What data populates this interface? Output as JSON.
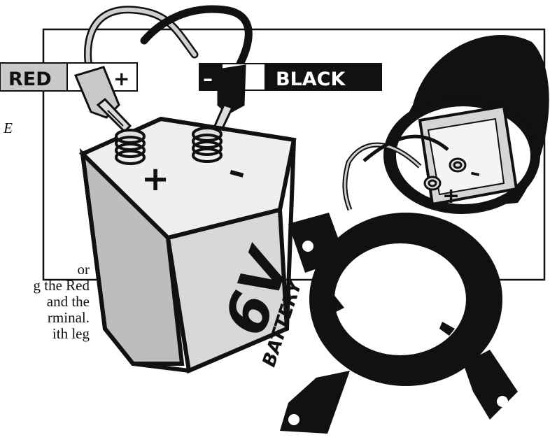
{
  "labels": {
    "red": "RED",
    "plus": "+",
    "minus": "–",
    "black": "BLACK"
  },
  "battery": {
    "plus_symbol": "+",
    "minus_symbol": "–",
    "voltage": "6V",
    "word": "BATTERY"
  },
  "socket": {
    "plus_symbol": "+",
    "minus_symbol": "–"
  },
  "side_text": {
    "top_fragment": "E",
    "lines": [
      "or",
      "g the Red",
      "and the",
      "rminal.",
      "ith leg"
    ]
  },
  "colors": {
    "red_label_bg": "#c9c9c9",
    "black_label_bg": "#111111",
    "battery_body": "#d8d8d8",
    "outline": "#111111"
  }
}
